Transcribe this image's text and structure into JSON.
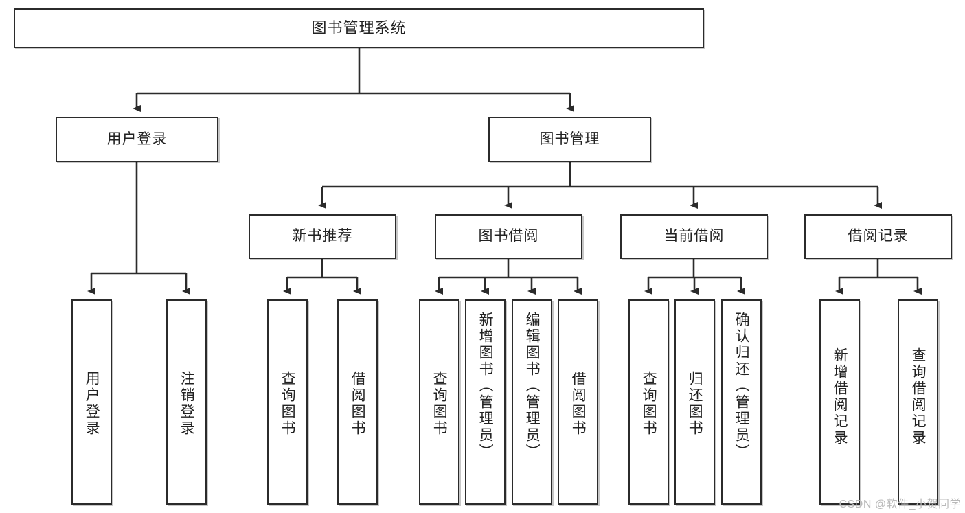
{
  "diagram": {
    "title": "图书管理系统",
    "type": "function-structure-tree",
    "orientation": "top-down",
    "watermark": "CSDN @软件_小贺同学",
    "colors": {
      "box_border": "#2b2b2b",
      "box_fill": "#ffffff",
      "connector": "#2b2b2b",
      "text": "#222222",
      "watermark": "#b9b9b9"
    },
    "root": {
      "label": "图书管理系统"
    },
    "level1": [
      {
        "id": "user-login",
        "label": "用户登录"
      },
      {
        "id": "book-manage",
        "label": "图书管理"
      }
    ],
    "level2": [
      {
        "id": "new-book-rec",
        "label": "新书推荐",
        "parent": "book-manage"
      },
      {
        "id": "book-borrow",
        "label": "图书借阅",
        "parent": "book-manage"
      },
      {
        "id": "current-borrow",
        "label": "当前借阅",
        "parent": "book-manage"
      },
      {
        "id": "borrow-record",
        "label": "借阅记录",
        "parent": "book-manage"
      }
    ],
    "leaves": {
      "user-login": [
        {
          "id": "leaf-user-login",
          "label": "用户登录"
        },
        {
          "id": "leaf-user-logout",
          "label": "注销登录"
        }
      ],
      "new-book-rec": [
        {
          "id": "leaf-query-book-1",
          "label": "查询图书"
        },
        {
          "id": "leaf-borrow-book-1",
          "label": "借阅图书"
        }
      ],
      "book-borrow": [
        {
          "id": "leaf-query-book-2",
          "label": "查询图书"
        },
        {
          "id": "leaf-add-book",
          "label": "新增图书（管理员）"
        },
        {
          "id": "leaf-edit-book",
          "label": "编辑图书（管理员）"
        },
        {
          "id": "leaf-borrow-book-2",
          "label": "借阅图书"
        }
      ],
      "current-borrow": [
        {
          "id": "leaf-query-book-3",
          "label": "查询图书"
        },
        {
          "id": "leaf-return-book",
          "label": "归还图书"
        },
        {
          "id": "leaf-confirm-return",
          "label": "确认归还（管理员）"
        }
      ],
      "borrow-record": [
        {
          "id": "leaf-add-record",
          "label": "新增借阅记录"
        },
        {
          "id": "leaf-query-record",
          "label": "查询借阅记录"
        }
      ]
    }
  }
}
